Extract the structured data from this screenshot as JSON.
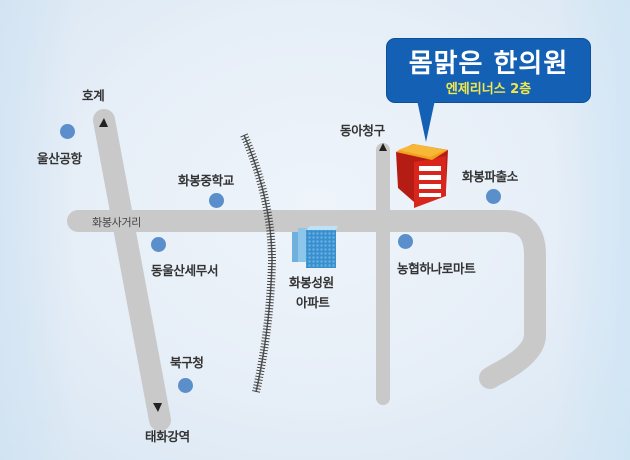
{
  "colors": {
    "road": "#c9c9c9",
    "railway": "#555555",
    "poi_dot": "#5b8fcc",
    "bubble_bg": "#1460b4",
    "bubble_title": "#ffffff",
    "bubble_sub": "#f3e84a",
    "building_red": "#d8261c",
    "building_roof": "#f2a11c"
  },
  "destination": {
    "name": "몸맑은 한의원",
    "location": "엔제리너스 2층",
    "icon": "red-building-icon"
  },
  "directions": {
    "north_west": "호계",
    "south_west": "태화강역",
    "north_center": "동아청구"
  },
  "intersection": "화봉사거리",
  "pois": [
    {
      "name": "울산공항"
    },
    {
      "name": "화봉중학교"
    },
    {
      "name": "동울산세무서"
    },
    {
      "name": "북구청"
    },
    {
      "name": "화봉파출소"
    },
    {
      "name": "농협하나로마트"
    }
  ],
  "apartment": {
    "line1": "화봉성원",
    "line2": "아파트",
    "icon": "apartment-building-icon"
  }
}
